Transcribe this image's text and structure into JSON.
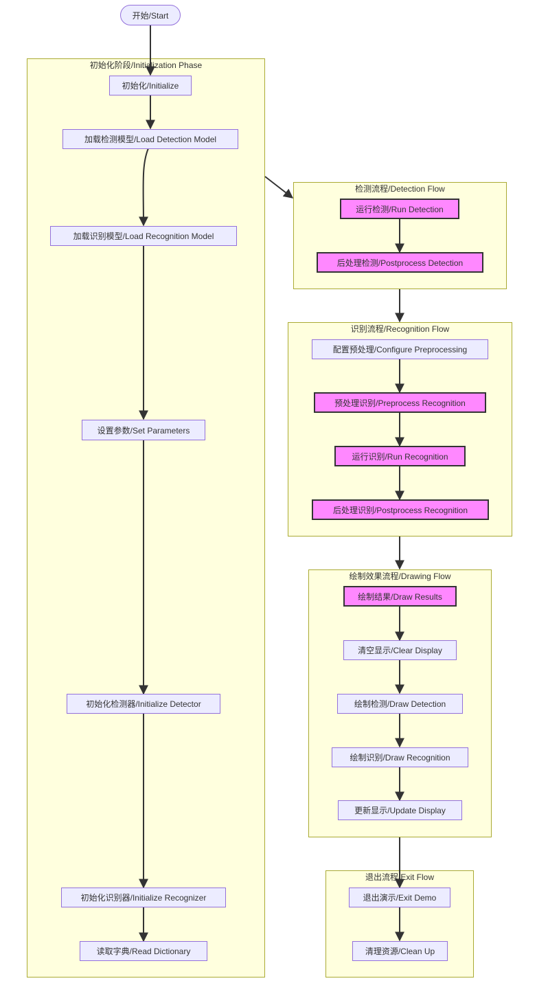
{
  "start": "开始/Start",
  "clusters": {
    "init": "初始化阶段/Initialization Phase",
    "detect": "检测流程/Detection Flow",
    "recog": "识别流程/Recognition Flow",
    "draw": "绘制效果流程/Drawing Flow",
    "exit": "退出流程/Exit Flow"
  },
  "nodes": {
    "initialize": "初始化/Initialize",
    "load_detection_model": "加载检测模型/Load Detection Model",
    "load_recognition_model": "加载识别模型/Load Recognition Model",
    "set_parameters": "设置参数/Set Parameters",
    "initialize_detector": "初始化检测器/Initialize Detector",
    "initialize_recognizer": "初始化识别器/Initialize Recognizer",
    "read_dictionary": "读取字典/Read Dictionary",
    "run_detection": "运行检测/Run Detection",
    "postprocess_detection": "后处理检测/Postprocess Detection",
    "configure_preprocessing": "配置预处理/Configure Preprocessing",
    "preprocess_recognition": "预处理识别/Preprocess Recognition",
    "run_recognition": "运行识别/Run Recognition",
    "postprocess_recognition": "后处理识别/Postprocess Recognition",
    "draw_results": "绘制结果/Draw Results",
    "clear_display": "清空显示/Clear Display",
    "draw_detection": "绘制检测/Draw Detection",
    "draw_recognition": "绘制识别/Draw Recognition",
    "update_display": "更新显示/Update Display",
    "exit_demo": "退出演示/Exit Demo",
    "clean_up": "清理资源/Clean Up"
  },
  "colors": {
    "node_fill": "#ececff",
    "node_border": "#9370db",
    "highlight_fill": "#ff88ff",
    "highlight_border": "#333333",
    "cluster_fill": "#ffffde",
    "cluster_border": "#aaaa33",
    "edge": "#333333"
  }
}
